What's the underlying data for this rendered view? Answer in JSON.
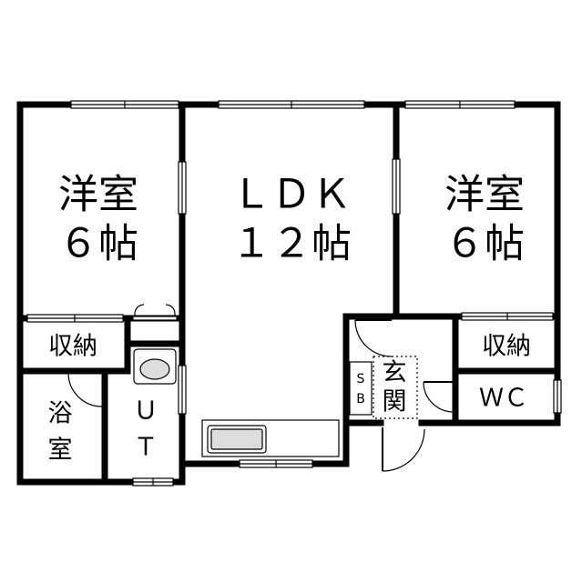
{
  "rooms": {
    "western_left": {
      "line1": "洋室",
      "line2": "６帖"
    },
    "ldk": {
      "line1": "ＬＤＫ",
      "line2": "１２帖"
    },
    "western_right": {
      "line1": "洋室",
      "line2": "６帖"
    },
    "storage_left": {
      "label": "収納"
    },
    "storage_right": {
      "label": "収納"
    },
    "bath": {
      "line1": "浴",
      "line2": "室"
    },
    "utility": {
      "line1": "Ｕ",
      "line2": "Ｔ"
    },
    "shoe_box": {
      "line1": "S",
      "line2": "B"
    },
    "entrance": {
      "line1": "玄",
      "line2": "関"
    },
    "toilet": {
      "label": "ＷＣ"
    }
  },
  "colors": {
    "wall": "#000000",
    "background": "#ffffff",
    "fixture_gray": "#dddddd"
  }
}
